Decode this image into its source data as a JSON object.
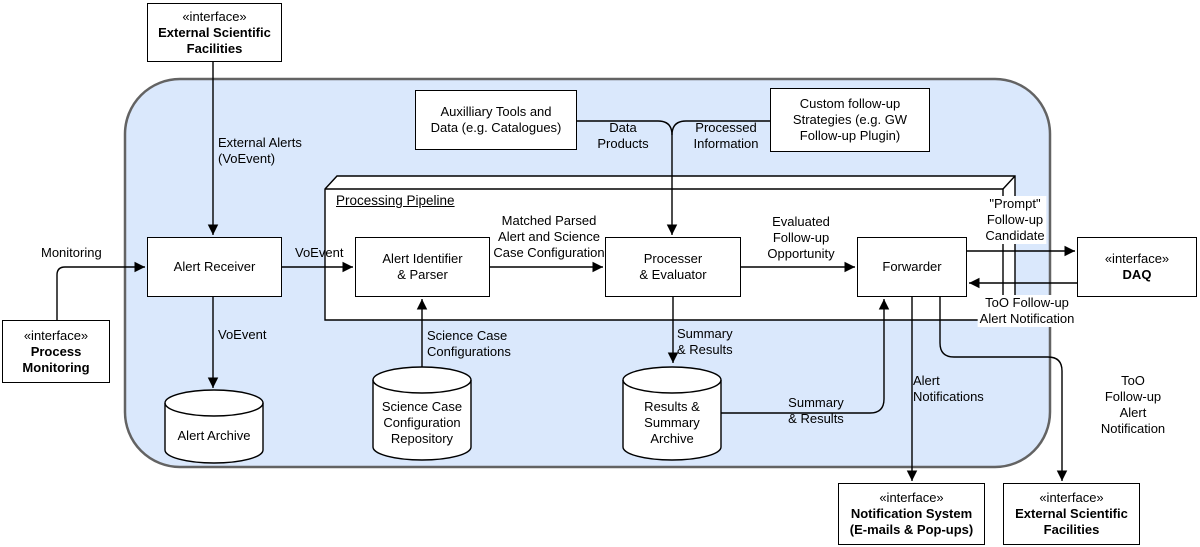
{
  "colors": {
    "container_fill": "#dae8fc",
    "container_border": "#636363",
    "node_fill": "#ffffff",
    "line_color": "#000000"
  },
  "nodes": {
    "external_scientific_top": {
      "stereotype": "«interface»",
      "label": "External Scientific\nFacilities"
    },
    "process_monitoring": {
      "stereotype": "«interface»",
      "label": "Process\nMonitoring"
    },
    "alert_receiver": {
      "label": "Alert Receiver"
    },
    "auxilliary_tools": {
      "label": "Auxilliary Tools and\nData (e.g. Catalogues)"
    },
    "custom_followup": {
      "label": "Custom follow-up\nStrategies (e.g. GW\nFollow-up Plugin)"
    },
    "processing_pipeline": {
      "label": "Processing Pipeline"
    },
    "alert_identifier": {
      "label": "Alert Identifier\n& Parser"
    },
    "processer_evaluator": {
      "label": "Processer\n& Evaluator"
    },
    "forwarder": {
      "label": "Forwarder"
    },
    "daq": {
      "stereotype": "«interface»",
      "label": "DAQ"
    },
    "alert_archive": {
      "label": "Alert Archive"
    },
    "science_case_repo": {
      "label": "Science Case\nConfiguration\nRepository"
    },
    "results_archive": {
      "label": "Results &\nSummary\nArchive"
    },
    "notification_system": {
      "stereotype": "«interface»",
      "label": "Notification System\n(E-mails & Pop-ups)"
    },
    "external_scientific_bottom": {
      "stereotype": "«interface»",
      "label": "External Scientific\nFacilities"
    }
  },
  "edge_labels": {
    "external_alerts": "External Alerts\n(VoEvent)",
    "monitoring": "Monitoring",
    "voevent_mid": "VoEvent",
    "voevent_down": "VoEvent",
    "matched_parsed": "Matched Parsed\nAlert and Science\nCase Configuration",
    "science_case_configs": "Science Case\nConfigurations",
    "data_products": "Data\nProducts",
    "processed_information": "Processed\nInformation",
    "evaluated_followup": "Evaluated\nFollow-up\nOpportunity",
    "prompt_candidate": "\"Prompt\"\nFollow-up\nCandidate",
    "too_followup_daq": "ToO Follow-up\nAlert Notification",
    "summary_results_down": "Summary\n& Results",
    "summary_results_right": "Summary\n& Results",
    "alert_notifications": "Alert\nNotifications",
    "too_followup_ext": "ToO Follow-up\nAlert Notification"
  }
}
